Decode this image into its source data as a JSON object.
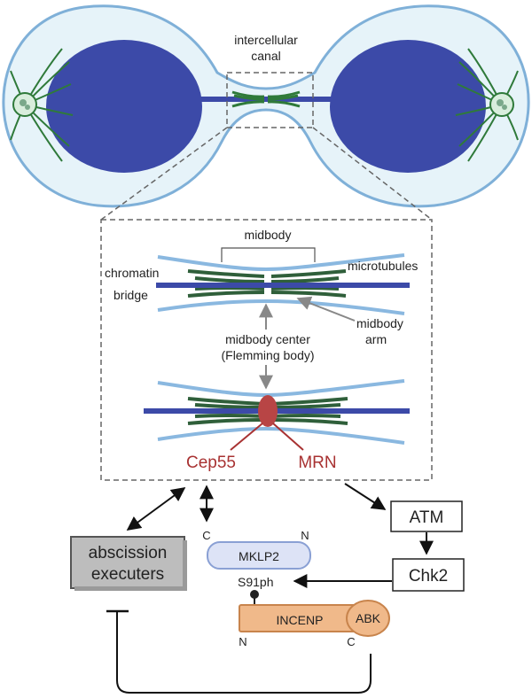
{
  "top_labels": {
    "canal_line1": "intercellular",
    "canal_line2": "canal"
  },
  "zoom_labels": {
    "midbody": "midbody",
    "chromatin_line1": "chromatin",
    "chromatin_line2": "bridge",
    "microtubules": "microtubules",
    "arm_line1": "midbody",
    "arm_line2": "arm",
    "center_line1": "midbody center",
    "center_line2": "(Flemming body)",
    "cep55": "Cep55",
    "mrn": "MRN"
  },
  "pathway": {
    "atm": "ATM",
    "chk2": "Chk2",
    "abscission_line1": "abscission",
    "abscission_line2": "executers",
    "mklp2": "MKLP2",
    "mklp2_c": "C",
    "mklp2_n": "N",
    "s91ph": "S91ph",
    "incenp": "INCENP",
    "abk": "ABK",
    "incenp_n": "N",
    "incenp_c": "C"
  },
  "colors": {
    "cell_fill": "#e6f3f9",
    "cell_stroke": "#7fb0d8",
    "nucleus": "#3c4aa8",
    "microtubule": "#2f7a3a",
    "centrosome": "#d9eedd",
    "accent_red": "#a83232",
    "incenp_fill": "#f0b98a",
    "mklp2_fill": "#dde3f6",
    "abscission_fill": "#bdbdbd"
  }
}
